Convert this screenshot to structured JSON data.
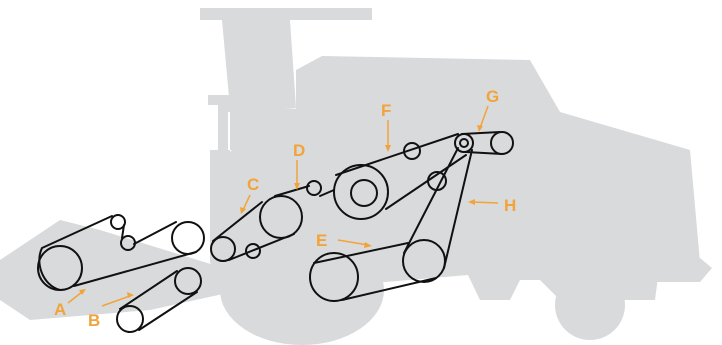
{
  "colors": {
    "silhouette": "#d9dadb",
    "belt": "#111111",
    "label": "#f2a33a"
  },
  "labels": {
    "a": "A",
    "b": "B",
    "c": "C",
    "d": "D",
    "e": "E",
    "f": "F",
    "g": "G",
    "h": "H"
  }
}
